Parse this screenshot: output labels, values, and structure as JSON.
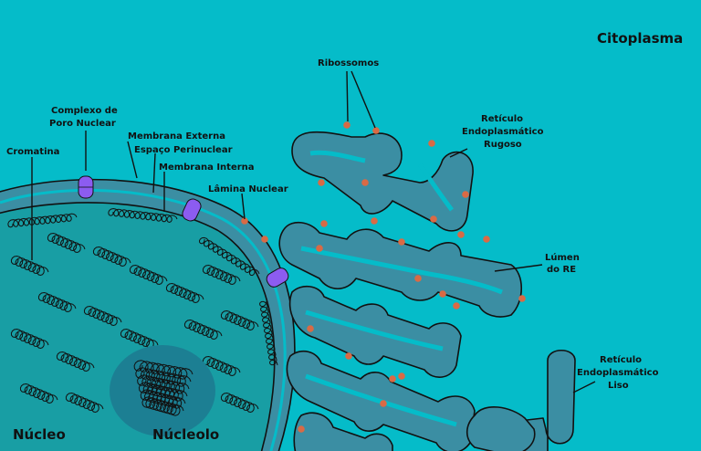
{
  "labels": {
    "citoplasma": "Citoplasma",
    "ribossomos": "Ribossomos",
    "rer_1": "Retículo",
    "rer_2": "Endoplasmático",
    "rer_3": "Rugoso",
    "lumen_1": "Lúmen",
    "lumen_2": "do RE",
    "ser_1": "Retículo",
    "ser_2": "Endoplasmático",
    "ser_3": "Liso",
    "poro_1": "Complexo de",
    "poro_2": "Poro Nuclear",
    "membrana_externa": "Membrana Externa",
    "espaco_perinuclear": "Espaço Perinuclear",
    "membrana_interna": "Membrana Interna",
    "cromatina": "Cromatina",
    "lamina_nuclear": "Lâmina Nuclear",
    "nucleo": "Núcleo",
    "nucleolo": "Núcleolo"
  },
  "colors": {
    "cytoplasm": "#05bcc9",
    "nucleoplasm": "#189ea4",
    "envelope": "#3b8ea3",
    "nucleolus": "#1c7f93",
    "ribosome": "#d96a45",
    "pore": "#8c5cf0"
  }
}
